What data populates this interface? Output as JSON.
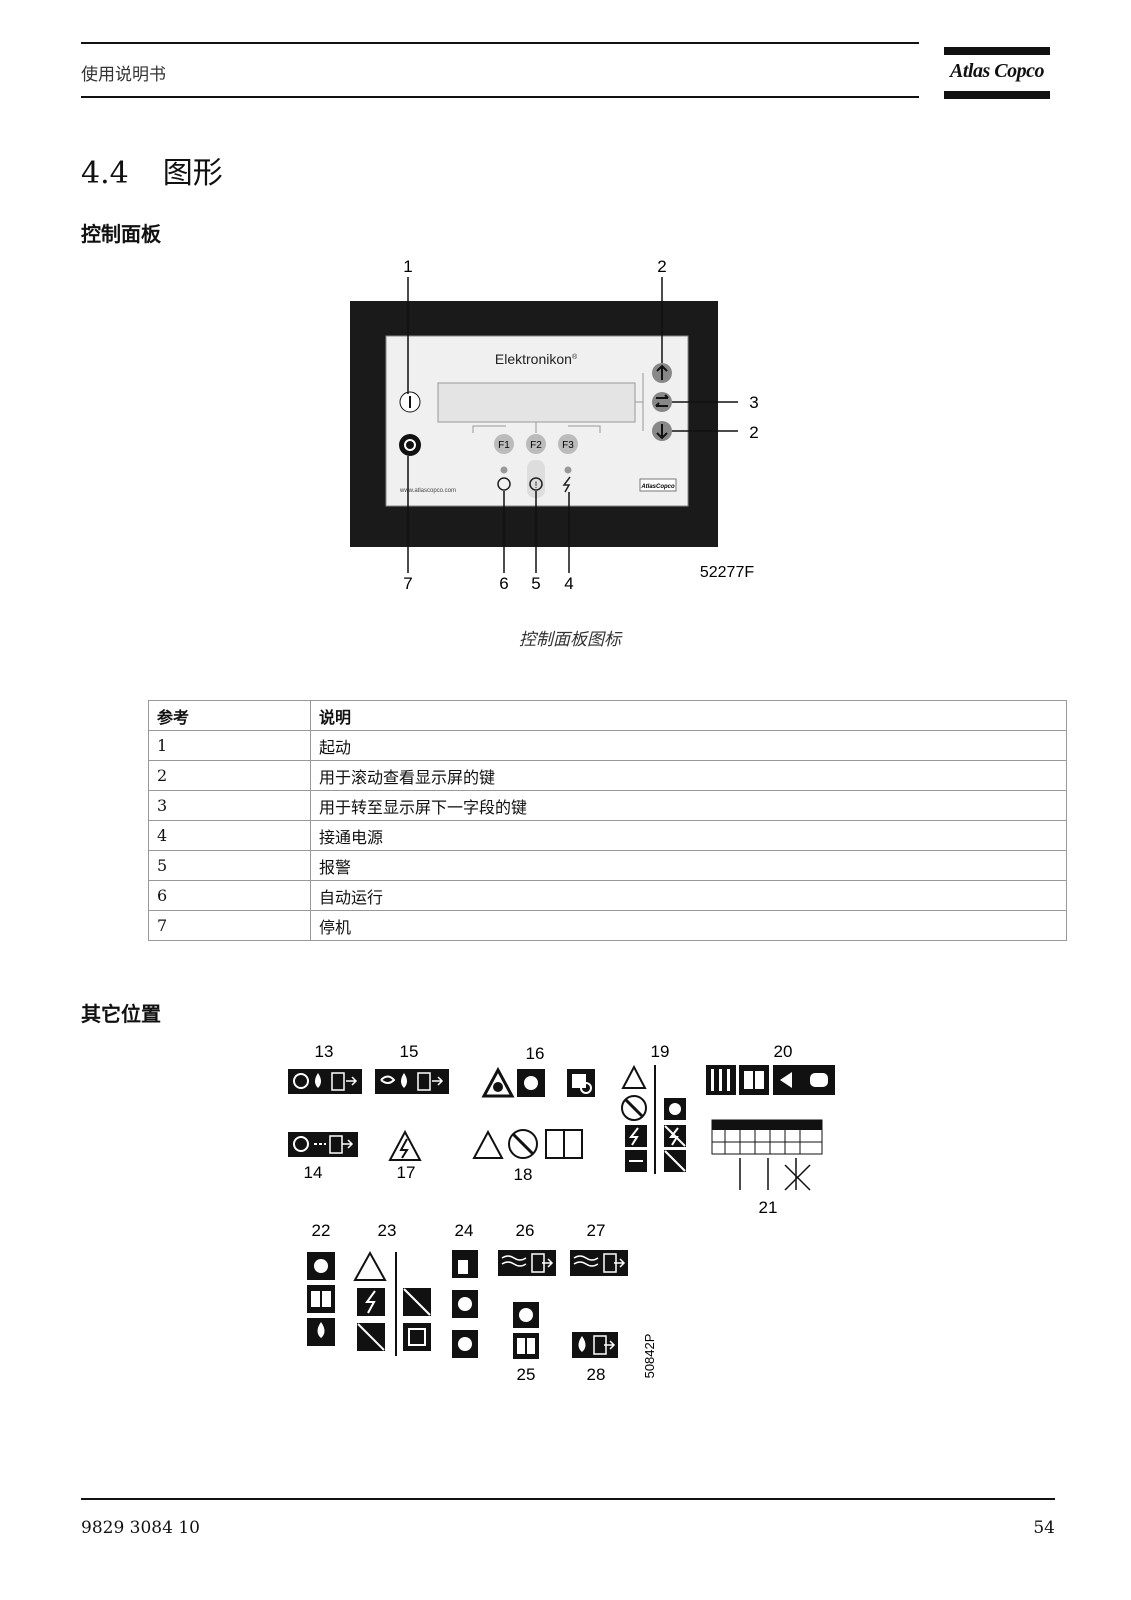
{
  "header": {
    "title": "使用说明书",
    "logo_text": "Atlas Copco"
  },
  "section": {
    "number": "4.4",
    "title": "图形"
  },
  "control_panel": {
    "heading": "控制面板",
    "brand_label": "Elektronikon",
    "brand_mark": "®",
    "website": "www.atlascopco.com",
    "function_keys": [
      "F1",
      "F2",
      "F3"
    ],
    "callouts": [
      "1",
      "2",
      "3",
      "2",
      "7",
      "6",
      "5",
      "4"
    ],
    "figure_id": "52277F",
    "caption": "控制面板图标",
    "logo_small": "AtlasCopco"
  },
  "table": {
    "headers": [
      "参考",
      "说明"
    ],
    "rows": [
      [
        "1",
        "起动"
      ],
      [
        "2",
        "用于滚动查看显示屏的键"
      ],
      [
        "3",
        "用于转至显示屏下一字段的键"
      ],
      [
        "4",
        "接通电源"
      ],
      [
        "5",
        "报警"
      ],
      [
        "6",
        "自动运行"
      ],
      [
        "7",
        "停机"
      ]
    ]
  },
  "other_locations": {
    "heading": "其它位置",
    "labels": [
      "13",
      "15",
      "16",
      "19",
      "20",
      "14",
      "17",
      "18",
      "21",
      "22",
      "23",
      "24",
      "26",
      "27",
      "25",
      "28"
    ],
    "figure_id": "50842P"
  },
  "footer": {
    "doc_number": "9829 3084 10",
    "page": "54"
  }
}
